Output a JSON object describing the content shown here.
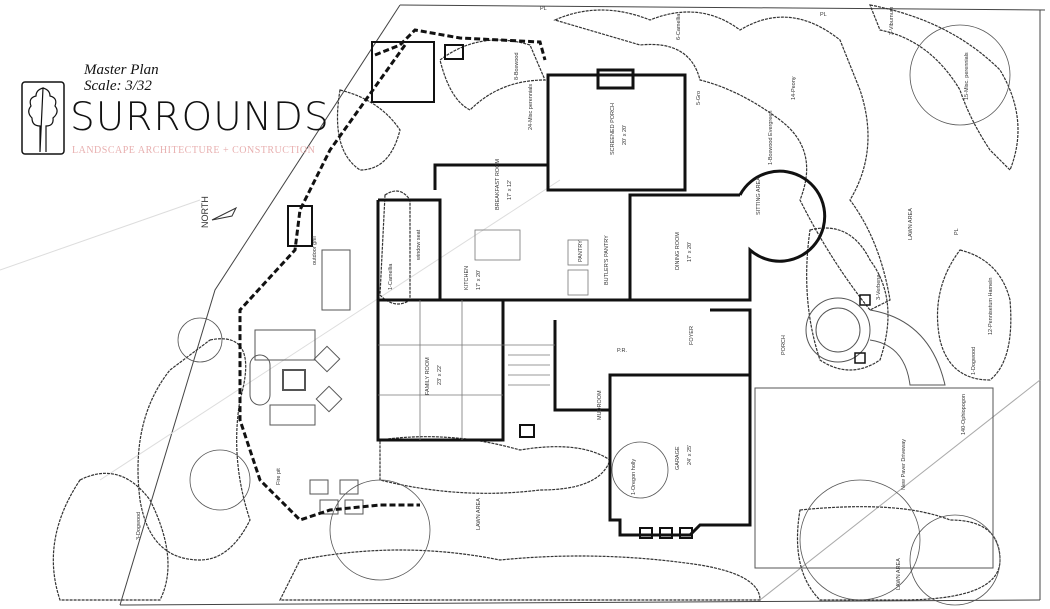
{
  "header": {
    "title": "Master Plan",
    "scale": "Scale: 3/32",
    "brand": "SURROUNDS",
    "tagline": "LANDSCAPE ARCHITECTURE + CONSTRUCTION"
  },
  "compass": {
    "label": "NORTH"
  },
  "rooms": {
    "screened_porch": "SCREENED PORCH",
    "screened_porch_dim": "20' x 20'",
    "breakfast": "BREAKFAST ROOM",
    "breakfast_dim": "17' x 12'",
    "kitchen": "KITCHEN",
    "kitchen_dim": "17' x 20'",
    "butler_pantry": "BUTLER'S PANTRY",
    "pantry": "PANTRY",
    "dining": "DINING ROOM",
    "dining_dim": "17' x 20'",
    "sitting": "SITTING AREA",
    "family": "FAMILY ROOM",
    "family_dim": "23' x 22'",
    "foyer": "FOYER",
    "pr": "P.R.",
    "mudroom": "MUDROOM",
    "garage": "GARAGE",
    "garage_dim": "24' x 25'",
    "porch": "PORCH"
  },
  "site": {
    "lawn_1": "LAWN AREA",
    "lawn_2": "LAWN AREA",
    "lawn_3": "LAWN AREA",
    "driveway": "New Paver Driveway",
    "pl_1": "PL",
    "pl_2": "PL",
    "pl_3": "PL",
    "plants": [
      "3-Viburnum",
      "15-Misc. perennials",
      "1-Boxwood Evergreen",
      "5-Gro",
      "14-Peony",
      "6-Camellia",
      "8-Boxwood",
      "24-Misc perennials",
      "1-Camellia",
      "3-Dogwood",
      "12-Pennisetum Hameln",
      "1-Dogwood",
      "140-Ophiopogon",
      "3-Verbena",
      "1-Oregon holly"
    ],
    "fire_pit": "Fire pit",
    "outdoor_grill": "outdoor grill",
    "window_seat": "window seat"
  }
}
